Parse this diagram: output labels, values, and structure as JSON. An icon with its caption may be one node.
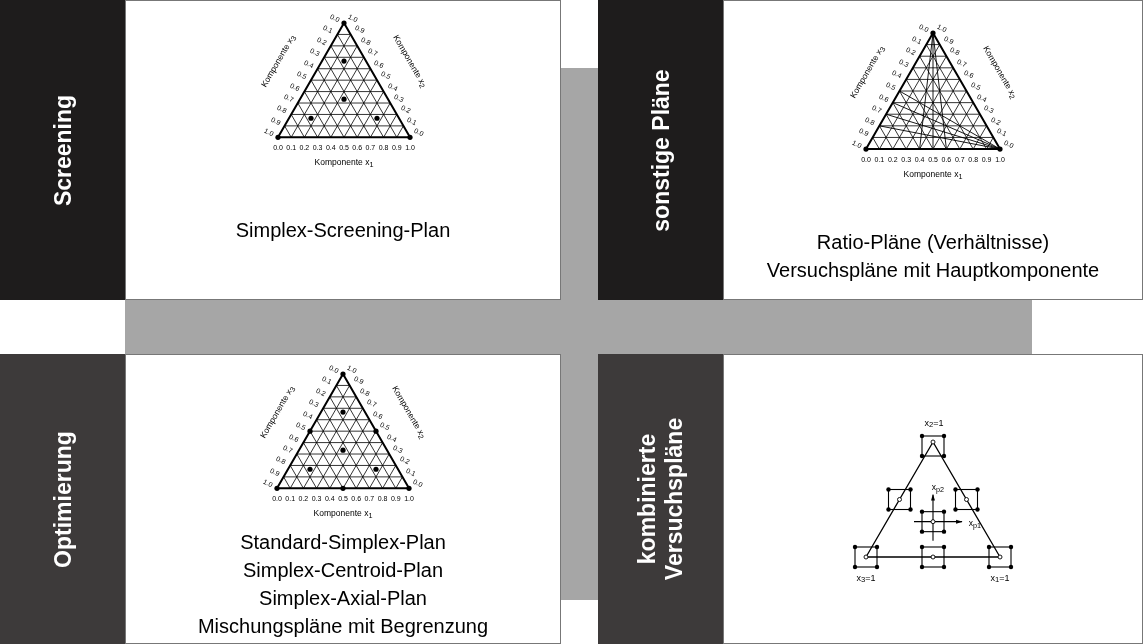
{
  "diagram": {
    "nodes": [
      {
        "text": [
          "Screening"
        ]
      },
      {
        "text": [
          "Simplex-Screening-Plan"
        ]
      },
      {
        "text": [
          "sonstige Pläne"
        ]
      },
      {
        "text": [
          "Ratio-Pläne (Verhältnisse)",
          "Versuchspläne mit Hauptkomponente"
        ]
      },
      {
        "text": [
          "Optimierung"
        ]
      },
      {
        "text": [
          "Standard-Simplex-Plan",
          "Simplex-Centroid-Plan",
          "Simplex-Axial-Plan",
          "Mischungspläne mit Begrenzung"
        ]
      },
      {
        "text": [
          "kombinierte Versuchspläne"
        ]
      },
      {
        "text": [],
        "shape": "box"
      }
    ],
    "edges": [],
    "labels": [
      "Komponente x$_{3}$",
      "Komponente x$_{2}$",
      "0.0",
      "0.1",
      "0.2",
      "0.3",
      "0.4",
      "0.5",
      "0.6",
      "0.7",
      "0.8",
      "0.9",
      "1.0",
      "1.0",
      "0.9",
      "0.8",
      "0.7",
      "0.6",
      "0.5",
      "0.4",
      "0.3",
      "0.2",
      "0.1",
      "0.0",
      "0.0",
      "0.1",
      "0.2",
      "0.3",
      "0.4",
      "0.5",
      "0.6",
      "0.7",
      "0.8",
      "0.9",
      "1.0",
      "Komponente x$_{1}$",
      "Komponente x$_{3}$",
      "Komponente x$_{2}$",
      "0.0",
      "0.1",
      "0.2",
      "0.3",
      "0.4",
      "0.5",
      "0.6",
      "0.7",
      "0.8",
      "0.9",
      "1.0",
      "1.0",
      "0.9",
      "0.8",
      "0.7",
      "0.6",
      "0.5",
      "0.4",
      "0.3",
      "0.2",
      "0.1",
      "0.0",
      "0.0",
      "0.1",
      "0.2",
      "0.3",
      "0.4",
      "0.5",
      "0.6",
      "0.7",
      "0.8",
      "0.9",
      "1.0",
      "Komponente x$_{1}$",
      "Komponente x$_{3}$",
      "Komponente x$_{2}$",
      "0.0",
      "0.1",
      "0.2",
      "0.3",
      "0.4",
      "0.5",
      "0.6",
      "0.7",
      "0.8",
      "0.9",
      "1.0",
      "1.0",
      "0.9",
      "0.8",
      "0.7",
      "0.6",
      "0.5",
      "0.4",
      "0.3",
      "0.2",
      "0.1",
      "0.0",
      "0.0",
      "0.1",
      "0.2",
      "0.3",
      "0.4",
      "0.5",
      "0.6",
      "0.7",
      "0.8",
      "0.9",
      "1.0",
      "Komponente x$_{1}$",
      "x$_{2}$=1",
      "x$_{p2}$",
      "x$_{p1}$",
      "x$_{3}$=1",
      "x$_{1}$=1"
    ]
  }
}
